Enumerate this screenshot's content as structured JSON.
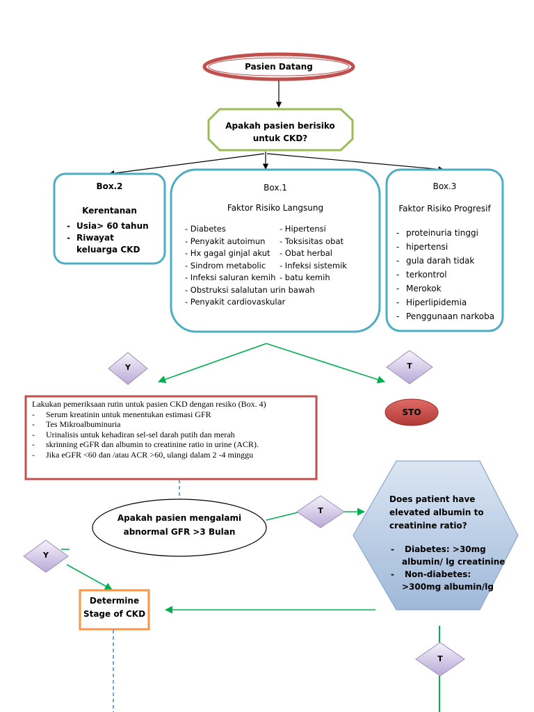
{
  "start": "Pasien Datang",
  "question1": "Apakah pasien berisiko untuk CKD?",
  "box2": {
    "title": "Box.2",
    "subtitle": "Kerentanan",
    "items": [
      "Usia> 60 tahun",
      "Riwayat keluarga CKD"
    ]
  },
  "box1": {
    "title": "Box.1",
    "subtitle": "Faktor Risiko Langsung",
    "left_items": [
      "- Diabetes",
      "- Penyakit autoimun",
      "- Hx gagal ginjal akut",
      "- Sindrom metabolic",
      "- Infeksi saluran kemih",
      "- Obstruksi salalutan urin bawah",
      "- Penyakit cardiovaskular"
    ],
    "right_items": [
      "- Hipertensi",
      "- Toksisitas obat",
      "- Obat herbal",
      "- Infeksi sistemik",
      "- batu kemih"
    ]
  },
  "box3": {
    "title": "Box.3",
    "subtitle": "Faktor Risiko Progresif",
    "items": [
      "proteinuria tinggi",
      "hipertensi",
      "gula darah tidak",
      "terkontrol",
      "Merokok",
      "Hiperlipidemia",
      "Penggunaan narkoba"
    ]
  },
  "decision_y1": "Y",
  "decision_t1": "T",
  "stop": "STO",
  "exam": {
    "title": "Lakukan pemeriksaan rutin untuk pasien CKD dengan resiko (Box. 4)",
    "items": [
      "Serum kreatinin untuk menentukan estimasi GFR",
      "Tes Mikroalbuminuria",
      "Urinalisis untuk kehadiran sel-sel darah putih dan merah",
      "skrinning eGFR dan  albumin to creatinine ratio in urine (ACR).",
      "Jika eGFR <60 dan /atau ACR >60, ulangi dalam 2 -4 minggu"
    ]
  },
  "question2_lines": [
    "Apakah pasien mengalami",
    "abnormal GFR >3 Bulan"
  ],
  "decision_t2": "T",
  "decision_y2": "Y",
  "hexagon": {
    "question_lines": [
      "Does patient have",
      "elevated albumin to",
      "creatinine ratio?"
    ],
    "d1_a": "Diabetes: >30mg",
    "d1_b": "albumin/ lg creatinine",
    "d2_a": "Non-diabetes:",
    "d2_b": ">300mg albumin/lg"
  },
  "stage_lines": [
    "Determine",
    "Stage of CKD"
  ],
  "decision_t3": "T",
  "colors": {
    "red": "#c0504d",
    "olive": "#9bbb59",
    "teal": "#4bacc6",
    "orange": "#f79646",
    "green": "#00b050",
    "blue_dash": "#4f81bd",
    "diamond": "#b9a9d6",
    "hexagon": "#a8c0dc"
  }
}
